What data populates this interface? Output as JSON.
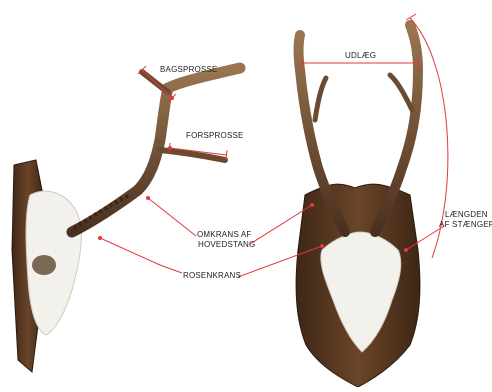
{
  "labels": {
    "bagsprosse": "BAGSPROSSE",
    "forsprosse": "FORSPROSSE",
    "omkrans_line1": "OMKRANS AF",
    "omkrans_line2": "HOVEDSTANG",
    "rosenkrans": "ROSENKRANS",
    "udlaeg": "UDLÆG",
    "laengden_line1": "LÆNGDEN",
    "laengden_line2": "AF STÆNGER"
  },
  "colors": {
    "measure_line": "#e0393e",
    "plaque_wood": "#5a3a24",
    "antler": "#6b4a2f",
    "skull": "#f3f1ec"
  }
}
